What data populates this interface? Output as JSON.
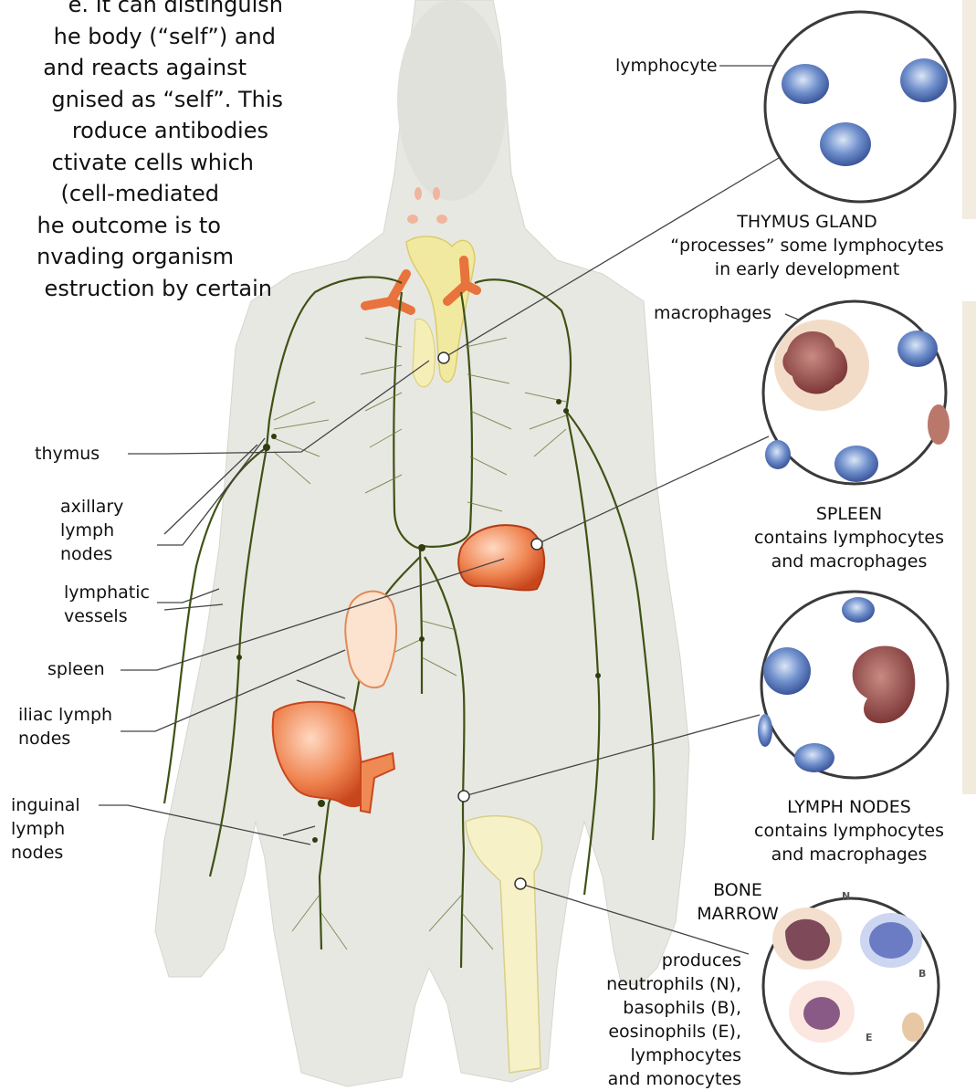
{
  "intro_lines": [
    "e. It can distinguish",
    "he body (“self”) and",
    "and reacts against",
    "gnised as “self”. This",
    "roduce antibodies",
    "ctivate cells which",
    "(cell-mediated",
    "he outcome is to",
    "nvading organism",
    "estruction by certain"
  ],
  "left_labels": {
    "thymus": "thymus",
    "axillary": [
      "axillary",
      "lymph",
      "nodes"
    ],
    "lymphatic": [
      "lymphatic",
      "vessels"
    ],
    "spleen": "spleen",
    "iliac": [
      "iliac lymph",
      "nodes"
    ],
    "inguinal": [
      "inguinal",
      "lymph",
      "nodes"
    ]
  },
  "right_labels": {
    "lymphocyte": "lymphocyte",
    "thymus_gland": [
      "THYMUS GLAND",
      "“processes” some lymphocytes",
      "in early development"
    ],
    "macrophages": "macrophages",
    "spleen": [
      "SPLEEN",
      "contains lymphocytes",
      "and macrophages"
    ],
    "lymph_nodes": [
      "LYMPH NODES",
      "contains lymphocytes",
      "and macrophages"
    ],
    "bone_marrow": [
      "BONE",
      "MARROW"
    ],
    "bone_marrow_desc": [
      "produces",
      "neutrophils (N),",
      "basophils (B),",
      "eosinophils (E),",
      "lymphocytes",
      "and monocytes"
    ]
  },
  "cell_letters": {
    "n": "N",
    "b": "B",
    "e": "E"
  },
  "colors": {
    "body": "#e8e8e3",
    "lymph_vessel": "#3f5214",
    "organ_orange": "#e06a36",
    "thymus_yellow": "#f2e9a0",
    "lymphocyte_blue": "#4f6fb0",
    "macrophage_brown": "#9c4a4a"
  }
}
